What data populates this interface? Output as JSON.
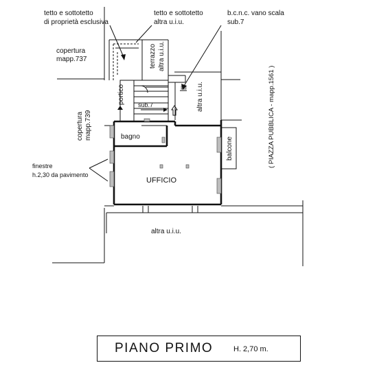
{
  "labels": {
    "roof_private_1": "tetto e sottotetto",
    "roof_private_2": "di proprietà esclusiva",
    "roof_other_1": "tetto e sottotetto",
    "roof_other_2": "altra u.i.u.",
    "bcnc_1": "b.c.n.c.  vano scala",
    "bcnc_2": "sub.7",
    "copertura_737_1": "copertura",
    "copertura_737_2": "mapp.737",
    "terrazzo_1": "terrazzo",
    "terrazzo_2": "altra u.i.u.",
    "altra_uiu_right": "altra u.i.u.",
    "portico": "portico",
    "sub7": "sub.7",
    "copertura_739_1": "copertura",
    "copertura_739_2": "mapp.739",
    "piazza": "( PIAZZA PUBBLICA  -  mapp.1561 )",
    "bagno": "bagno",
    "balcone": "balcone",
    "finestre_1": "finestre",
    "finestre_2": "h.2,30 da pavimento",
    "ufficio": "UFFICIO",
    "altra_uiu_bottom": "altra u.i.u."
  },
  "title": {
    "main": "PIANO  PRIMO",
    "height": "H. 2,70 m."
  }
}
